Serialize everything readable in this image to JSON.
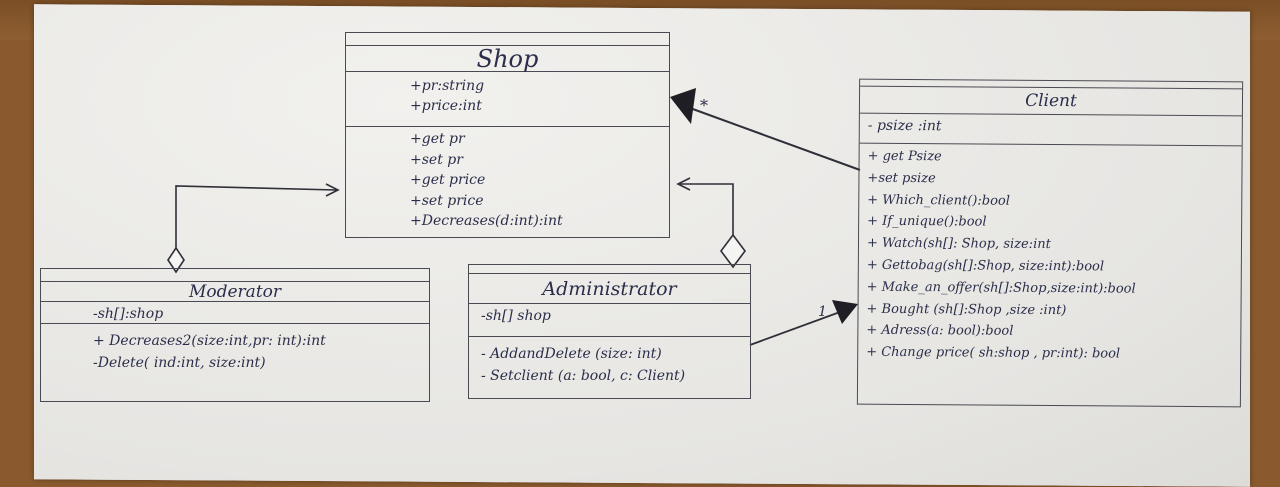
{
  "diagram": {
    "classes": {
      "shop": {
        "name": "Shop",
        "attributes": [
          "+pr:string",
          "+price:int"
        ],
        "operations": [
          "+get pr",
          "+set pr",
          "+get price",
          "+set price",
          "+Decreases(d:int):int"
        ]
      },
      "client": {
        "name": "Client",
        "attributes": [
          "- psize :int"
        ],
        "operations": [
          "+ get Psize",
          "+set psize",
          "+ Which_client():bool",
          "+ If_unique():bool",
          "+ Watch(sh[]: Shop, size:int",
          "+ Gettobag(sh[]:Shop, size:int):bool",
          "+ Make_an_offer(sh[]:Shop,size:int):bool",
          "+ Bought (sh[]:Shop ,size :int)",
          "+ Adress(a: bool):bool",
          "+ Change price( sh:shop , pr:int): bool"
        ]
      },
      "moderator": {
        "name": "Moderator",
        "attributes": [
          "-sh[]:shop"
        ],
        "operations": [
          "+ Decreases2(size:int,pr: int):int",
          "-Delete( ind:int, size:int)"
        ]
      },
      "administrator": {
        "name": "Administrator",
        "attributes": [
          "-sh[] shop"
        ],
        "operations": [
          "- AddandDelete (size: int)",
          "- Setclient (a: bool, c: Client)"
        ]
      }
    },
    "relationships": {
      "client_to_shop_multiplicity": "*",
      "admin_to_client_multiplicity": "1"
    },
    "colors": {
      "ink": "#2b2e4a",
      "lines": "#4a4a52",
      "paper": "#ecebe8",
      "desk": "#8a5a2e"
    }
  }
}
